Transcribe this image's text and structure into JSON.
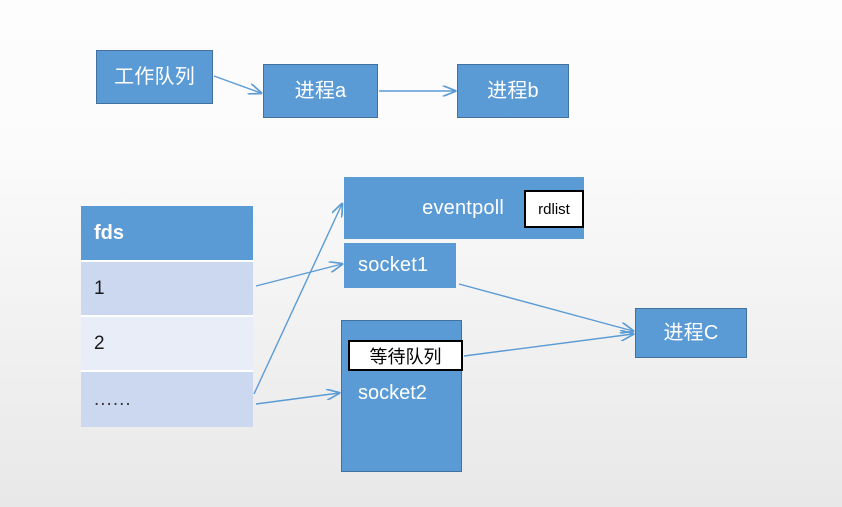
{
  "diagram": {
    "title_nodes": {
      "work_queue": "工作队列",
      "process_a": "进程a",
      "process_b": "进程b",
      "process_c": "进程C"
    },
    "fds_table": {
      "header": "fds",
      "rows": [
        "1",
        "2",
        "......"
      ]
    },
    "eventpoll": {
      "label": "eventpoll",
      "rdlist": "rdlist"
    },
    "socket1": {
      "label": "socket1"
    },
    "socket2": {
      "label": "socket2",
      "wait_queue": "等待队列"
    },
    "colors": {
      "node_fill": "#5b9bd5",
      "node_border": "#41719c",
      "arrow": "#5b9bd5",
      "row_shade_a": "#ccd8ef",
      "row_shade_b": "#e9edf7",
      "background_top": "#fdfdfd",
      "background_bottom": "#e8e8e8"
    },
    "arrows": [
      {
        "name": "work-queue-to-process-a",
        "from": "工作队列",
        "to": "进程a"
      },
      {
        "name": "process-a-to-process-b",
        "from": "进程a",
        "to": "进程b"
      },
      {
        "name": "fds-row1-to-socket1",
        "from": "1",
        "to": "socket1"
      },
      {
        "name": "fds-dots-to-eventpoll",
        "from": "......",
        "to": "eventpoll"
      },
      {
        "name": "fds-dots-to-socket2",
        "from": "......",
        "to": "socket2"
      },
      {
        "name": "socket1-to-process-c",
        "from": "socket1",
        "to": "进程C"
      },
      {
        "name": "wait-queue-to-process-c",
        "from": "等待队列",
        "to": "进程C"
      }
    ]
  }
}
